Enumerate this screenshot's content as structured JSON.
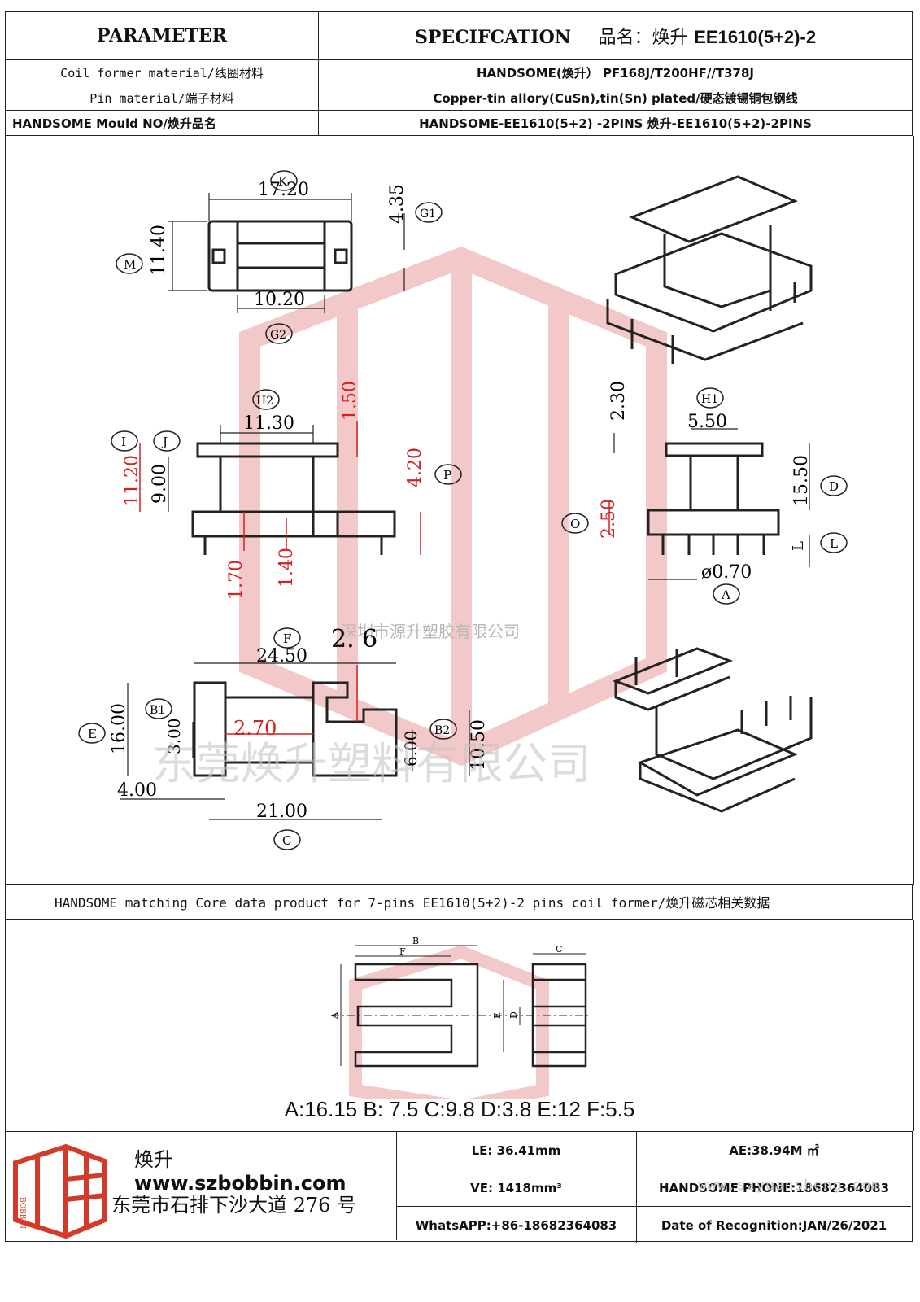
{
  "header": {
    "parameter_label": "PARAMETER",
    "specification_label": "SPECIFCATION",
    "product_name_label": "品名：焕升",
    "product_code": "EE1610(5+2)-2"
  },
  "rows": [
    {
      "label": "Coil former material/线圈材料",
      "value": "HANDSOME(焕升）  PF168J/T200HF//T378J"
    },
    {
      "label": "Pin material/端子材料",
      "value": "Copper-tin allory(CuSn),tin(Sn) plated/硬态镀锡铜包钢线"
    },
    {
      "label": "HANDSOME Mould NO/焕升品名",
      "value": "HANDSOME-EE1610(5+2) -2PINS    焕升-EE1610(5+2)-2PINS"
    }
  ],
  "drawing": {
    "top_view": {
      "K": "17.20",
      "M": "11.40",
      "G1": "4.35",
      "G2": "10.20"
    },
    "side_view": {
      "H2": "11.30",
      "v150": "1.50",
      "v1120": "11.20",
      "v900": "9.00",
      "v420": "4.20",
      "v170": "1.70",
      "v140": "1.40",
      "I": "I",
      "J": "J",
      "P": "P"
    },
    "front_view": {
      "H1": "5.50",
      "v230": "2.30",
      "v1550": "15.50",
      "v250": "2.50",
      "pin_dia": "ø0.70",
      "D": "D",
      "L": "L",
      "O": "O",
      "A": "A",
      "L_mark": "L"
    },
    "bottom_view": {
      "F": "24.50",
      "v26": "2. 6",
      "E": "16.00",
      "v300": "3.00",
      "v270": "2.70",
      "B2_val": "6.00",
      "v1050": "10.50",
      "v400": "4.00",
      "C": "21.00",
      "B1": "B1",
      "B2": "B2"
    },
    "watermark_cn": "深圳市源升塑胶有限公司",
    "watermark_big": "东莞焕升塑料有限公司"
  },
  "matching_bar": "HANDSOME matching Core data  product for 7-pins EE1610(5+2)-2 pins coil former/焕升磁芯相关数据",
  "core": {
    "labels": {
      "A": "A",
      "B": "B",
      "C": "C",
      "D": "D",
      "E": "E",
      "F": "F"
    },
    "values_text": "A:16.15 B: 7.5 C:9.8 D:3.8 E:12 F:5.5"
  },
  "footer": {
    "brand_cn": "焕升",
    "website": "www.szbobbin.com",
    "address": "东莞市石排下沙大道 276 号",
    "logo_text": "BOBBIN",
    "LE": "LE: 36.41mm",
    "AE": "AE:38.94M ㎡",
    "VE": "VE: 1418mm³",
    "phone": "HANDSOME PHONE:18682364083",
    "whatsapp": "WhatsAPP:+86-18682364083",
    "date": "Date of Recognition:JAN/26/2021",
    "site_watermark": "www.szyuansheng.com"
  },
  "colors": {
    "line": "#222222",
    "red_dim": "#d42020",
    "watermark_red": "#f2c8c8",
    "logo_red": "#d43a2a"
  }
}
